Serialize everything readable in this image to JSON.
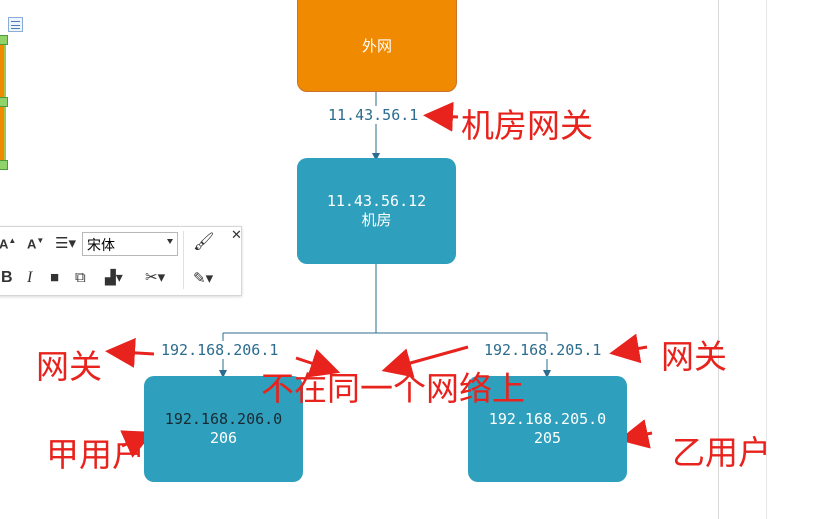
{
  "diagram": {
    "nodes": {
      "internet": {
        "label": "外网"
      },
      "machine_room": {
        "ip": "11.43.56.12",
        "label": "机房"
      },
      "user_a": {
        "ip": "192.168.206.0",
        "label": "206"
      },
      "user_b": {
        "ip": "192.168.205.0",
        "label": "205"
      }
    },
    "edge_labels": {
      "top_gateway": "11.43.56.1",
      "left_gateway": "192.168.206.1",
      "right_gateway": "192.168.205.1"
    },
    "annotations": {
      "machine_room_gateway": "机房网关",
      "left_gateway": "网关",
      "right_gateway": "网关",
      "not_same_network": "不在同一个网络上",
      "user_a": "甲用户",
      "user_b": "乙用户"
    },
    "colors": {
      "internet": "#f08a00",
      "nodes": "#2e9fbc",
      "annotation": "#e8221c",
      "edges": "#2b6c8f"
    }
  },
  "toolbar": {
    "font_name": "宋体",
    "bold": "B",
    "italic": "I",
    "font_size_up": "A",
    "font_size_down": "A"
  }
}
